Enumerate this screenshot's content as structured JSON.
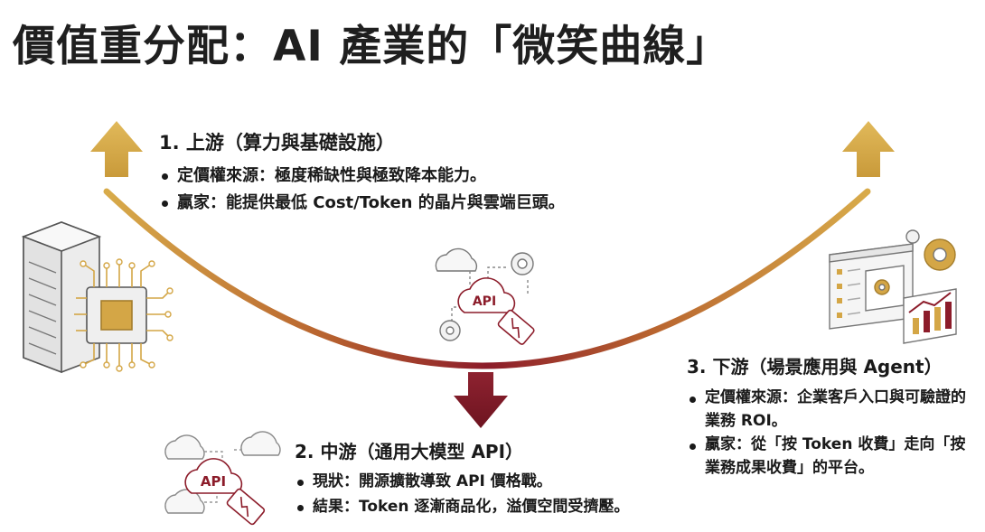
{
  "title": "價值重分配：AI 產業的「微笑曲線」",
  "colors": {
    "gold": "#d4a646",
    "crimson": "#8c1c2a",
    "text": "#1a1a1a"
  },
  "upstream": {
    "heading": "1. 上游（算力與基礎設施）",
    "bullets": [
      "定價權來源：極度稀缺性與極致降本能力。",
      "贏家：能提供最低 Cost/Token 的晶片與雲端巨頭。"
    ],
    "icon": "server-chip-icon"
  },
  "midstream": {
    "heading": "2. 中游（通用大模型 API）",
    "bullets": [
      "現狀：開源擴散導致 API 價格戰。",
      "結果：Token 逐漸商品化，溢價空間受擠壓。"
    ],
    "api_label": "API",
    "icon": "api-cloud-icon"
  },
  "downstream": {
    "heading": "3. 下游（場景應用與 Agent）",
    "bullets": [
      "定價權來源：企業客戶入口與可驗證的業務 ROI。",
      "贏家：從「按 Token 收費」走向「按業務成果收費」的平台。"
    ],
    "icon": "dashboard-analytics-icon"
  },
  "center_diagram": {
    "api_label": "API",
    "icon": "api-network-icon"
  }
}
